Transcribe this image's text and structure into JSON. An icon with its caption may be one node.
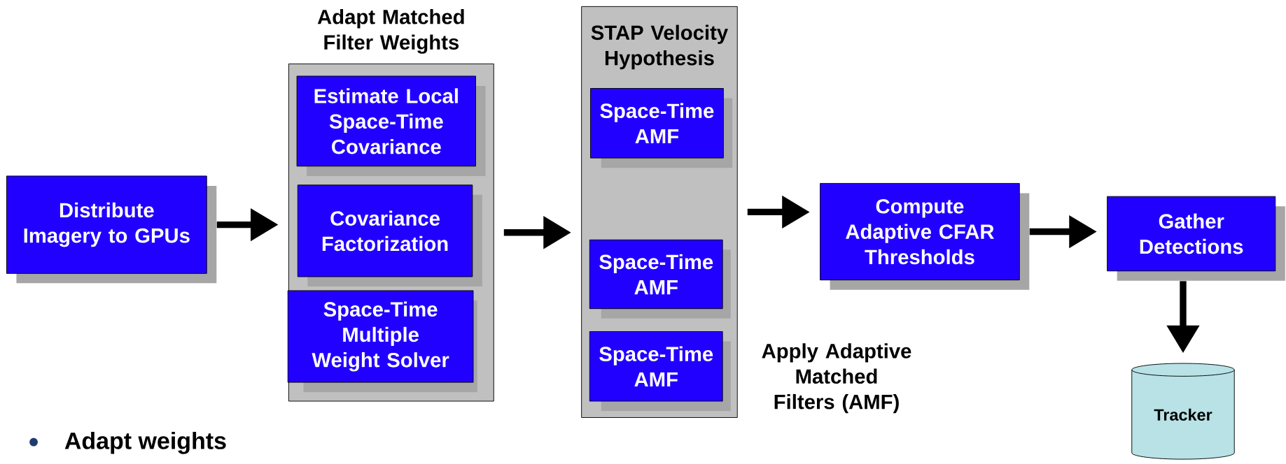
{
  "diagram": {
    "nodes": [
      {
        "text": [
          "Distribute Imagery to GPUs"
        ]
      },
      {
        "text": [
          "Adapt Matched Filter Weights"
        ]
      },
      {
        "text": [
          "Estimate Local Space-Time Covariance"
        ],
        "in": 1
      },
      {
        "text": [
          "Covariance Factorization"
        ],
        "in": 1
      },
      {
        "text": [
          "Space-Time Multiple Weight Solver"
        ],
        "in": 1
      },
      {
        "text": [
          "STAP Velocity Hypothesis"
        ]
      },
      {
        "text": [
          "Space-Time AMF"
        ],
        "in": 5
      },
      {
        "text": [
          "Space-Time AMF"
        ],
        "in": 5
      },
      {
        "text": [
          "Space-Time AMF"
        ],
        "in": 5
      },
      {
        "text": [
          "Compute Adaptive CFAR Thresholds"
        ]
      },
      {
        "text": [
          "Gather Detections"
        ]
      },
      {
        "text": [
          "Tracker"
        ]
      }
    ],
    "edges": [
      {
        "from": 0,
        "to": 1,
        "arrow": "to"
      },
      {
        "from": 1,
        "to": 5,
        "arrow": "to"
      },
      {
        "from": 5,
        "to": 9,
        "arrow": "to"
      },
      {
        "from": 9,
        "to": 10,
        "arrow": "to"
      },
      {
        "from": 10,
        "to": 11,
        "arrow": "to"
      }
    ],
    "labels": [
      "Apply Adaptive Matched Filters (AMF)",
      "Adapt weights"
    ]
  }
}
